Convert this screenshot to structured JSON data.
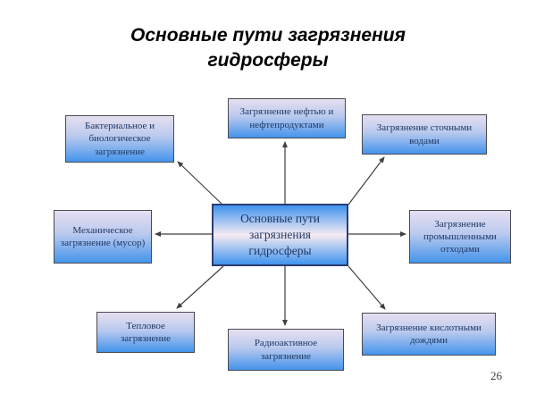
{
  "slide": {
    "title": "Основные пути загрязнения гидросферы",
    "page_number": "26"
  },
  "diagram": {
    "center_node": {
      "id": "center",
      "label": "Основные пути загрязнения гидросферы"
    },
    "nodes": [
      {
        "id": "bacterial",
        "label": "Бактериальное и биологическое загрязнение"
      },
      {
        "id": "oil",
        "label": "Загрязнение нефтью и нефтепродуктами"
      },
      {
        "id": "sewage",
        "label": "Загрязнение сточными водами"
      },
      {
        "id": "mechanical",
        "label": "Механическое загрязнение (мусор)"
      },
      {
        "id": "industrial",
        "label": "Загрязнение промышленными отходами"
      },
      {
        "id": "thermal",
        "label": "Тепловое загрязнение"
      },
      {
        "id": "radioactive",
        "label": "Радиоактивное загрязнение"
      },
      {
        "id": "acid-rain",
        "label": "Загрязнение кислотными дождями"
      }
    ],
    "edges": [
      {
        "from": "center",
        "to": "bacterial"
      },
      {
        "from": "center",
        "to": "oil"
      },
      {
        "from": "center",
        "to": "sewage"
      },
      {
        "from": "center",
        "to": "mechanical"
      },
      {
        "from": "center",
        "to": "industrial"
      },
      {
        "from": "center",
        "to": "thermal"
      },
      {
        "from": "center",
        "to": "radioactive"
      },
      {
        "from": "center",
        "to": "acid-rain"
      }
    ]
  },
  "colors": {
    "page-bg": "#ffffff",
    "title-color": "#000000",
    "outer-top": "#e6dff0",
    "outer-bottom": "#4494ec",
    "center-blue": "#3e93ee",
    "center-mid": "#f7ebf2",
    "center-border": "#2e3d72",
    "box-border": "#4a4a52",
    "box-text": "#1f3864",
    "arrow": "#404040"
  }
}
